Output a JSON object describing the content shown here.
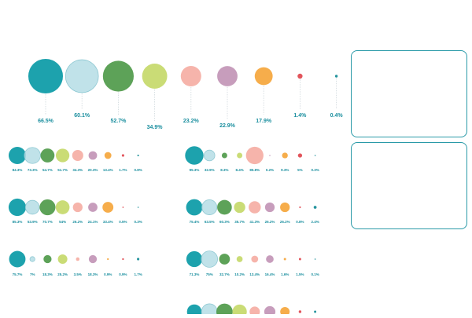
{
  "colors": [
    "#0a9aa6",
    "#b5dde5",
    "#4f9a4a",
    "#c6d96a",
    "#f5aea4",
    "#c295b6",
    "#f5a63c",
    "#e0474e",
    "#138b96"
  ],
  "label_color": "#1b8f9f",
  "panels": [
    "info-panel-top",
    "info-panel-bottom"
  ],
  "chart_data": [
    {
      "type": "bubble",
      "id": "main",
      "values": [
        66.5,
        60.1,
        52.7,
        34.9,
        23.2,
        22.9,
        17.9,
        1.4,
        0.4
      ],
      "labels": [
        "66.5%",
        "60.1%",
        "52.7%",
        "34.9%",
        "23.2%",
        "22.9%",
        "17.9%",
        "1.4%",
        "0.4%"
      ]
    },
    {
      "type": "bubble",
      "id": "small-1",
      "values": [
        84.3,
        73.3,
        54.7,
        51.7,
        34.3,
        20.3,
        13.4,
        1.7,
        0.8
      ],
      "labels": [
        "84.3%",
        "73.3%",
        "54.7%",
        "51.7%",
        "34.3%",
        "20.3%",
        "13.4%",
        "1.7%",
        "0.8%"
      ]
    },
    {
      "type": "bubble",
      "id": "small-2",
      "values": [
        95.3,
        32.9,
        8.3,
        8.4,
        85.8,
        0.2,
        9.3,
        5,
        0.3
      ],
      "labels": [
        "95.3%",
        "32.9%",
        "8.3%",
        "8.4%",
        "85.8%",
        "0.2%",
        "9.3%",
        "5%",
        "0.3%"
      ]
    },
    {
      "type": "bubble",
      "id": "small-3",
      "values": [
        85.3,
        53.9,
        70.7,
        54,
        26.2,
        24.1,
        33.4,
        0.5,
        0.3
      ],
      "labels": [
        "85.3%",
        "53.9%",
        "70.7%",
        "54%",
        "26.2%",
        "24.1%",
        "33.4%",
        "0.5%",
        "0.3%"
      ]
    },
    {
      "type": "bubble",
      "id": "small-4",
      "values": [
        75.4,
        63.5,
        60.3,
        35.7,
        41.3,
        26.2,
        26.2,
        0.8,
        2.4
      ],
      "labels": [
        "75.4%",
        "63.5%",
        "60.3%",
        "35.7%",
        "41.3%",
        "26.2%",
        "26.2%",
        "0.8%",
        "2.4%"
      ]
    },
    {
      "type": "bubble",
      "id": "small-5",
      "values": [
        75.7,
        7,
        18.3,
        25.2,
        3.5,
        18.3,
        0.9,
        0.9,
        1.7
      ],
      "labels": [
        "75.7%",
        "7%",
        "18.3%",
        "25.2%",
        "3.5%",
        "18.3%",
        "0.9%",
        "0.9%",
        "1.7%"
      ]
    },
    {
      "type": "bubble",
      "id": "small-6",
      "values": [
        71.3,
        75,
        32.7,
        10.2,
        13.4,
        16.4,
        1.6,
        1.5,
        0.1
      ],
      "labels": [
        "71.3%",
        "75%",
        "32.7%",
        "10.2%",
        "13.4%",
        "16.4%",
        "1.6%",
        "1.5%",
        "0.1%"
      ]
    },
    {
      "type": "bubble",
      "id": "small-7",
      "values": [
        60,
        70,
        75,
        58,
        30,
        35,
        25,
        2,
        1.5
      ],
      "labels": []
    }
  ]
}
